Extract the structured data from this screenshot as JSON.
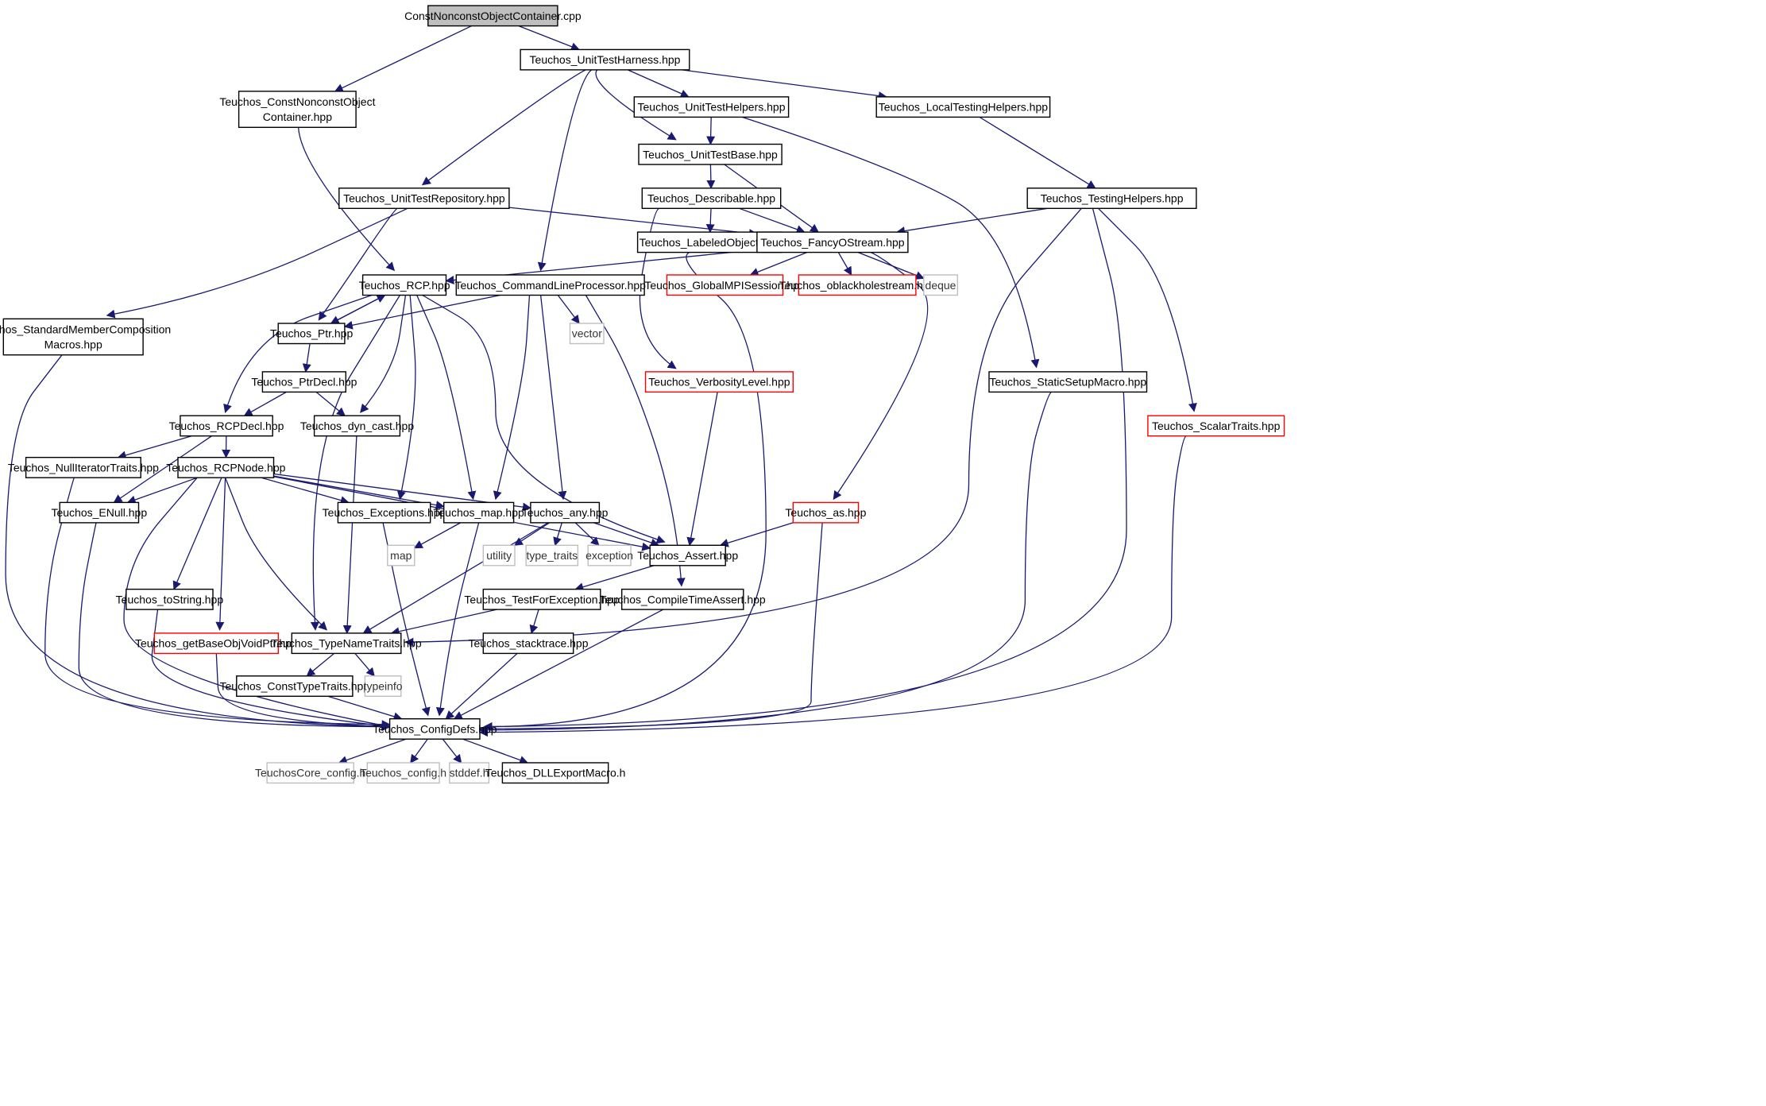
{
  "diagram": {
    "type": "include-dependency-graph",
    "colors": {
      "edge": "#191970",
      "box_black": "#000000",
      "box_red": "#ff0000",
      "box_gray": "#bfbfbf",
      "root_fill": "#bfbfbf"
    },
    "nodes": [
      {
        "id": "root",
        "label": "ConstNonconstObjectContainer.cpp",
        "style": "root"
      },
      {
        "id": "unittestharness",
        "label": "Teuchos_UnitTestHarness.hpp",
        "style": "black"
      },
      {
        "id": "constnonconst",
        "label": [
          "Teuchos_ConstNonconstObject",
          "Container.hpp"
        ],
        "style": "black"
      },
      {
        "id": "unittesthelpers",
        "label": "Teuchos_UnitTestHelpers.hpp",
        "style": "black"
      },
      {
        "id": "localtesting",
        "label": "Teuchos_LocalTestingHelpers.hpp",
        "style": "black"
      },
      {
        "id": "unittestbase",
        "label": "Teuchos_UnitTestBase.hpp",
        "style": "black"
      },
      {
        "id": "unittestrepo",
        "label": "Teuchos_UnitTestRepository.hpp",
        "style": "black"
      },
      {
        "id": "describable",
        "label": "Teuchos_Describable.hpp",
        "style": "black"
      },
      {
        "id": "testinghelpers",
        "label": "Teuchos_TestingHelpers.hpp",
        "style": "black"
      },
      {
        "id": "labeledobject",
        "label": "Teuchos_LabeledObject.hpp",
        "style": "black"
      },
      {
        "id": "fancyostream",
        "label": "Teuchos_FancyOStream.hpp",
        "style": "black"
      },
      {
        "id": "rcp",
        "label": "Teuchos_RCP.hpp",
        "style": "black"
      },
      {
        "id": "cmdline",
        "label": "Teuchos_CommandLineProcessor.hpp",
        "style": "black"
      },
      {
        "id": "globalmpi",
        "label": "Teuchos_GlobalMPISession.hpp",
        "style": "red"
      },
      {
        "id": "oblackhole",
        "label": "Teuchos_oblackholestream.hpp",
        "style": "red"
      },
      {
        "id": "deque",
        "label": "deque",
        "style": "gray"
      },
      {
        "id": "stdmember",
        "label": [
          "Teuchos_StandardMemberComposition",
          "Macros.hpp"
        ],
        "style": "black"
      },
      {
        "id": "ptr",
        "label": "Teuchos_Ptr.hpp",
        "style": "black"
      },
      {
        "id": "vector",
        "label": "vector",
        "style": "gray"
      },
      {
        "id": "verbosity",
        "label": "Teuchos_VerbosityLevel.hpp",
        "style": "red"
      },
      {
        "id": "staticsetup",
        "label": "Teuchos_StaticSetupMacro.hpp",
        "style": "black"
      },
      {
        "id": "ptrdecl",
        "label": "Teuchos_PtrDecl.hpp",
        "style": "black"
      },
      {
        "id": "rcpdecl",
        "label": "Teuchos_RCPDecl.hpp",
        "style": "black"
      },
      {
        "id": "dyncast",
        "label": "Teuchos_dyn_cast.hpp",
        "style": "black"
      },
      {
        "id": "scalartraits",
        "label": "Teuchos_ScalarTraits.hpp",
        "style": "red"
      },
      {
        "id": "nulliter",
        "label": "Teuchos_NullIteratorTraits.hpp",
        "style": "black"
      },
      {
        "id": "rcpnode",
        "label": "Teuchos_RCPNode.hpp",
        "style": "black"
      },
      {
        "id": "enull",
        "label": "Teuchos_ENull.hpp",
        "style": "black"
      },
      {
        "id": "exceptions",
        "label": "Teuchos_Exceptions.hpp",
        "style": "black"
      },
      {
        "id": "map",
        "label": "Teuchos_map.hpp",
        "style": "black"
      },
      {
        "id": "any",
        "label": "Teuchos_any.hpp",
        "style": "black"
      },
      {
        "id": "as",
        "label": "Teuchos_as.hpp",
        "style": "red"
      },
      {
        "id": "stdmap",
        "label": "map",
        "style": "gray"
      },
      {
        "id": "utility",
        "label": "utility",
        "style": "gray"
      },
      {
        "id": "typetraits",
        "label": "type_traits",
        "style": "gray"
      },
      {
        "id": "exception",
        "label": "exception",
        "style": "gray"
      },
      {
        "id": "assert",
        "label": "Teuchos_Assert.hpp",
        "style": "black"
      },
      {
        "id": "tostring",
        "label": "Teuchos_toString.hpp",
        "style": "black"
      },
      {
        "id": "testforexc",
        "label": "Teuchos_TestForException.hpp",
        "style": "black"
      },
      {
        "id": "compiletime",
        "label": "Teuchos_CompileTimeAssert.hpp",
        "style": "black"
      },
      {
        "id": "getbaseobj",
        "label": "Teuchos_getBaseObjVoidPtr.hpp",
        "style": "red"
      },
      {
        "id": "typename",
        "label": "Teuchos_TypeNameTraits.hpp",
        "style": "black"
      },
      {
        "id": "stacktrace",
        "label": "Teuchos_stacktrace.hpp",
        "style": "black"
      },
      {
        "id": "consttype",
        "label": "Teuchos_ConstTypeTraits.hpp",
        "style": "black"
      },
      {
        "id": "typeinfo",
        "label": "typeinfo",
        "style": "gray"
      },
      {
        "id": "configdefs",
        "label": "Teuchos_ConfigDefs.hpp",
        "style": "black"
      },
      {
        "id": "corecfg",
        "label": "TeuchosCore_config.h",
        "style": "gray"
      },
      {
        "id": "teuchoscfg",
        "label": "Teuchos_config.h",
        "style": "gray"
      },
      {
        "id": "stddef",
        "label": "stddef.h",
        "style": "gray"
      },
      {
        "id": "dllexport",
        "label": "Teuchos_DLLExportMacro.h",
        "style": "black"
      }
    ],
    "edges": [
      [
        "root",
        "constnonconst"
      ],
      [
        "root",
        "unittestharness"
      ],
      [
        "unittestharness",
        "unittestrepo"
      ],
      [
        "unittestharness",
        "cmdline"
      ],
      [
        "unittestharness",
        "unittestbase"
      ],
      [
        "unittestharness",
        "unittesthelpers"
      ],
      [
        "unittestharness",
        "localtesting"
      ],
      [
        "constnonconst",
        "rcp"
      ],
      [
        "unittesthelpers",
        "unittestbase"
      ],
      [
        "unittesthelpers",
        "staticsetup"
      ],
      [
        "localtesting",
        "testinghelpers"
      ],
      [
        "unittestbase",
        "describable"
      ],
      [
        "unittestbase",
        "fancyostream"
      ],
      [
        "unittestrepo",
        "fancyostream"
      ],
      [
        "unittestrepo",
        "stdmember"
      ],
      [
        "unittestrepo",
        "ptr"
      ],
      [
        "describable",
        "labeledobject"
      ],
      [
        "describable",
        "fancyostream"
      ],
      [
        "describable",
        "verbosity"
      ],
      [
        "testinghelpers",
        "fancyostream"
      ],
      [
        "testinghelpers",
        "typename"
      ],
      [
        "testinghelpers",
        "configdefs"
      ],
      [
        "testinghelpers",
        "scalartraits"
      ],
      [
        "labeledobject",
        "configdefs"
      ],
      [
        "fancyostream",
        "rcp"
      ],
      [
        "fancyostream",
        "globalmpi"
      ],
      [
        "fancyostream",
        "oblackhole"
      ],
      [
        "fancyostream",
        "deque"
      ],
      [
        "fancyostream",
        "as"
      ],
      [
        "rcp",
        "ptr"
      ],
      [
        "rcp",
        "rcpdecl"
      ],
      [
        "rcp",
        "dyncast"
      ],
      [
        "rcp",
        "exceptions"
      ],
      [
        "rcp",
        "map"
      ],
      [
        "rcp",
        "assert"
      ],
      [
        "rcp",
        "typename"
      ],
      [
        "cmdline",
        "ptr"
      ],
      [
        "cmdline",
        "vector"
      ],
      [
        "cmdline",
        "map"
      ],
      [
        "cmdline",
        "any"
      ],
      [
        "cmdline",
        "compiletime"
      ],
      [
        "ptr",
        "rcp"
      ],
      [
        "ptr",
        "ptrdecl"
      ],
      [
        "stdmember",
        "configdefs"
      ],
      [
        "verbosity",
        "assert"
      ],
      [
        "staticsetup",
        "configdefs"
      ],
      [
        "ptrdecl",
        "rcpdecl"
      ],
      [
        "ptrdecl",
        "dyncast"
      ],
      [
        "rcpdecl",
        "nulliter"
      ],
      [
        "rcpdecl",
        "rcpnode"
      ],
      [
        "rcpdecl",
        "enull"
      ],
      [
        "dyncast",
        "typename"
      ],
      [
        "scalartraits",
        "configdefs"
      ],
      [
        "nulliter",
        "configdefs"
      ],
      [
        "rcpnode",
        "enull"
      ],
      [
        "rcpnode",
        "exceptions"
      ],
      [
        "rcpnode",
        "map"
      ],
      [
        "rcpnode",
        "any"
      ],
      [
        "rcpnode",
        "assert"
      ],
      [
        "rcpnode",
        "tostring"
      ],
      [
        "rcpnode",
        "getbaseobj"
      ],
      [
        "rcpnode",
        "typename"
      ],
      [
        "rcpnode",
        "configdefs"
      ],
      [
        "enull",
        "configdefs"
      ],
      [
        "exceptions",
        "configdefs"
      ],
      [
        "map",
        "stdmap"
      ],
      [
        "map",
        "configdefs"
      ],
      [
        "any",
        "utility"
      ],
      [
        "any",
        "typetraits"
      ],
      [
        "any",
        "exception"
      ],
      [
        "any",
        "assert"
      ],
      [
        "any",
        "typename"
      ],
      [
        "as",
        "assert"
      ],
      [
        "as",
        "configdefs"
      ],
      [
        "assert",
        "testforexc"
      ],
      [
        "tostring",
        "configdefs"
      ],
      [
        "testforexc",
        "typename"
      ],
      [
        "testforexc",
        "stacktrace"
      ],
      [
        "compiletime",
        "configdefs"
      ],
      [
        "getbaseobj",
        "configdefs"
      ],
      [
        "typename",
        "consttype"
      ],
      [
        "typename",
        "typeinfo"
      ],
      [
        "stacktrace",
        "configdefs"
      ],
      [
        "consttype",
        "configdefs"
      ],
      [
        "configdefs",
        "corecfg"
      ],
      [
        "configdefs",
        "teuchoscfg"
      ],
      [
        "configdefs",
        "stddef"
      ],
      [
        "configdefs",
        "dllexport"
      ]
    ]
  }
}
